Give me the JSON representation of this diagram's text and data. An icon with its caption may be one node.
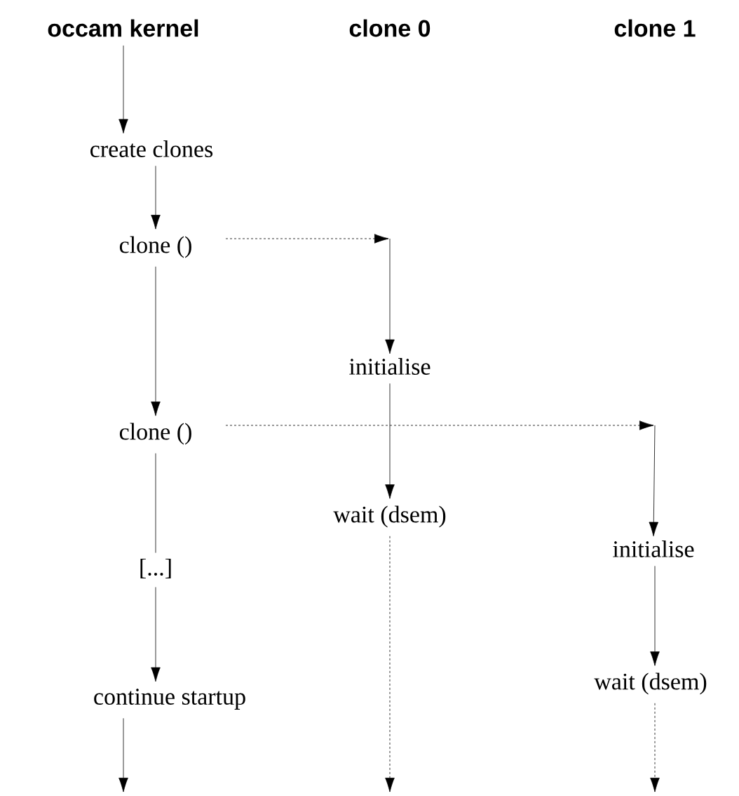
{
  "diagram": {
    "nodes": [
      {
        "text": [
          "occam kernel"
        ]
      },
      {
        "text": [
          "clone 0"
        ]
      },
      {
        "text": [
          "clone 1"
        ]
      },
      {
        "text": [
          "create clones"
        ]
      },
      {
        "text": [
          "clone ()"
        ]
      },
      {
        "text": [
          "initialise"
        ]
      },
      {
        "text": [
          "clone ()"
        ]
      },
      {
        "text": [
          "wait (dsem)"
        ]
      },
      {
        "text": [
          "[...]"
        ]
      },
      {
        "text": [
          "initialise"
        ]
      },
      {
        "text": [
          "continue startup"
        ]
      },
      {
        "text": [
          "wait (dsem)"
        ]
      }
    ],
    "edges": [
      {
        "from": 0,
        "to": 3,
        "arrow": "to"
      },
      {
        "from": 3,
        "to": 4,
        "arrow": "to"
      },
      {
        "from": 4,
        "to": 5,
        "arrow": "to",
        "style": "dashed"
      },
      {
        "from": 4,
        "to": 6,
        "arrow": "to"
      },
      {
        "from": 5,
        "to": 7,
        "arrow": "to"
      },
      {
        "from": 6,
        "to": 9,
        "arrow": "to",
        "style": "dashed"
      },
      {
        "from": 6,
        "to": 8,
        "arrow": "none"
      },
      {
        "from": 8,
        "to": 10,
        "arrow": "to"
      },
      {
        "from": 9,
        "to": 11,
        "arrow": "to"
      },
      {
        "from": 10,
        "to": null,
        "arrow": "to"
      },
      {
        "from": 7,
        "to": null,
        "arrow": "to",
        "style": "dashed"
      },
      {
        "from": 11,
        "to": null,
        "arrow": "to",
        "style": "dashed"
      }
    ]
  }
}
